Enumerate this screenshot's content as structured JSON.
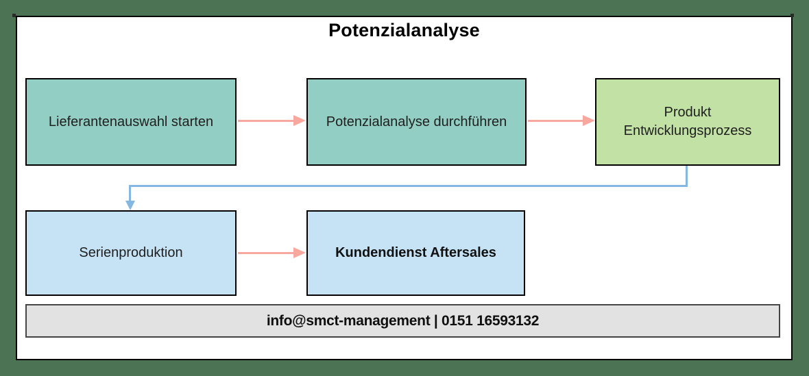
{
  "diagram": {
    "title": "Potenzialanalyse",
    "nodes": [
      {
        "id": "lieferantenauswahl-starten",
        "label": "Lieferantenauswahl starten",
        "fill": "#92CEC3"
      },
      {
        "id": "potenzialanalyse-durchfuehren",
        "label": "Potenzialanalyse durchführen",
        "fill": "#92CEC3"
      },
      {
        "id": "produkt-entwicklungsprozess",
        "label": "Produkt Entwicklungsprozess",
        "fill": "#C2E1A4"
      },
      {
        "id": "serienproduktion",
        "label": "Serienproduktion",
        "fill": "#C5E3F5"
      },
      {
        "id": "kundendienst-aftersales",
        "label": "Kundendienst Aftersales",
        "fill": "#C5E3F5",
        "bold_label": true
      }
    ],
    "edges": [
      {
        "from": "lieferantenauswahl-starten",
        "to": "potenzialanalyse-durchfuehren",
        "style": "straight-arrow-right",
        "color": "#F8A89E"
      },
      {
        "from": "potenzialanalyse-durchfuehren",
        "to": "produkt-entwicklungsprozess",
        "style": "straight-arrow-right",
        "color": "#F8A89E"
      },
      {
        "from": "produkt-entwicklungsprozess",
        "to": "serienproduktion",
        "style": "elbow-arrow-down",
        "color": "#85B7E3"
      },
      {
        "from": "serienproduktion",
        "to": "kundendienst-aftersales",
        "style": "straight-arrow-right",
        "color": "#F8A89E"
      }
    ]
  },
  "footer": {
    "contact": "info@smct-management | 0151 16593132"
  },
  "colors": {
    "canvas_background": "#4C7454",
    "page_background": "#FFFFFF",
    "page_border": "#000000",
    "node_teal": "#92CEC3",
    "node_green": "#C2E1A4",
    "node_blue": "#C5E3F5",
    "arrow_salmon": "#F8A89E",
    "connector_blue": "#85B7E3",
    "footer_gray": "#E2E2E2"
  }
}
